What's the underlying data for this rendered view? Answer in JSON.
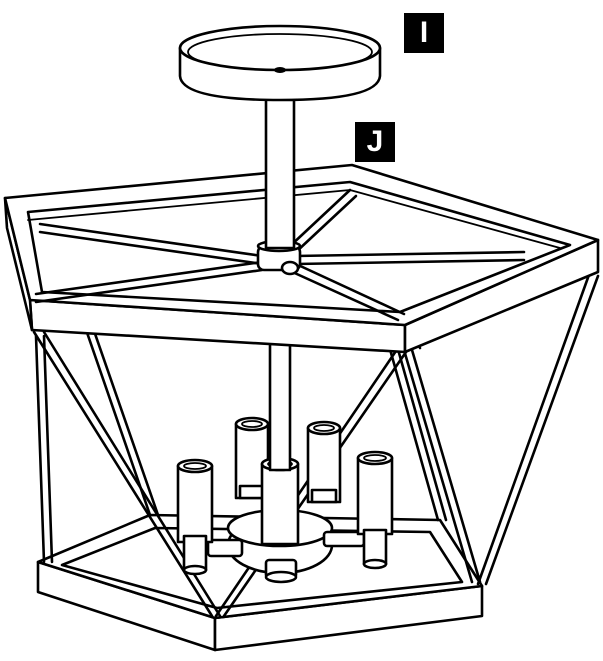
{
  "diagram": {
    "callouts": [
      {
        "id": "I",
        "label": "I"
      },
      {
        "id": "J",
        "label": "J"
      }
    ],
    "colors": {
      "line": "#000000",
      "background": "#ffffff",
      "callout_bg": "#000000",
      "callout_text": "#ffffff"
    }
  }
}
